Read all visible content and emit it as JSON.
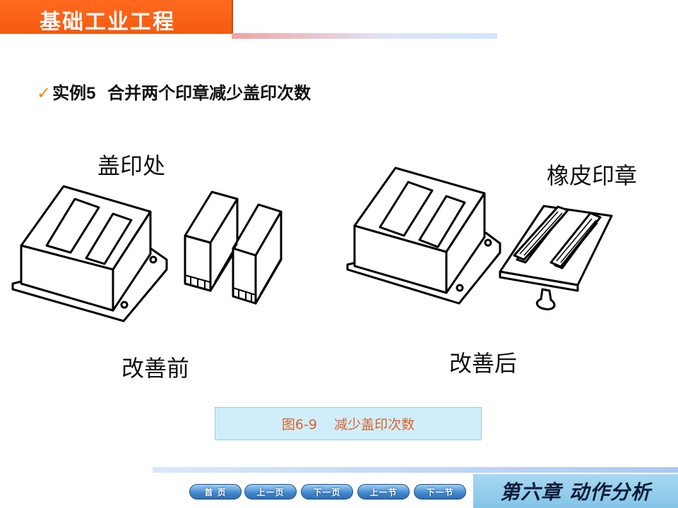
{
  "header": {
    "title": "基础工业工程"
  },
  "heading": {
    "check": "✓",
    "text_prefix": "实例",
    "number": "5",
    "text_suffix": "  合并两个印章减少盖印次数"
  },
  "figure": {
    "label_stamp_location": "盖印处",
    "label_rubber_stamp": "橡皮印章",
    "label_before": "改善前",
    "label_after": "改善后"
  },
  "caption": {
    "text": "图6-9    减少盖印次数"
  },
  "nav": {
    "first_page": "首 页",
    "prev_page": "上一页",
    "next_page": "下一页",
    "prev_section": "上一节",
    "next_section": "下一节"
  },
  "chapter": {
    "text": "第六章 动作分析"
  },
  "colors": {
    "header_orange": "#f45a10",
    "check_orange": "#f08a00",
    "caption_bg": "#cfeefa",
    "caption_text": "#e0602a",
    "nav_blue": "#3f86cc",
    "chapter_bg": "#a7d8f1"
  }
}
